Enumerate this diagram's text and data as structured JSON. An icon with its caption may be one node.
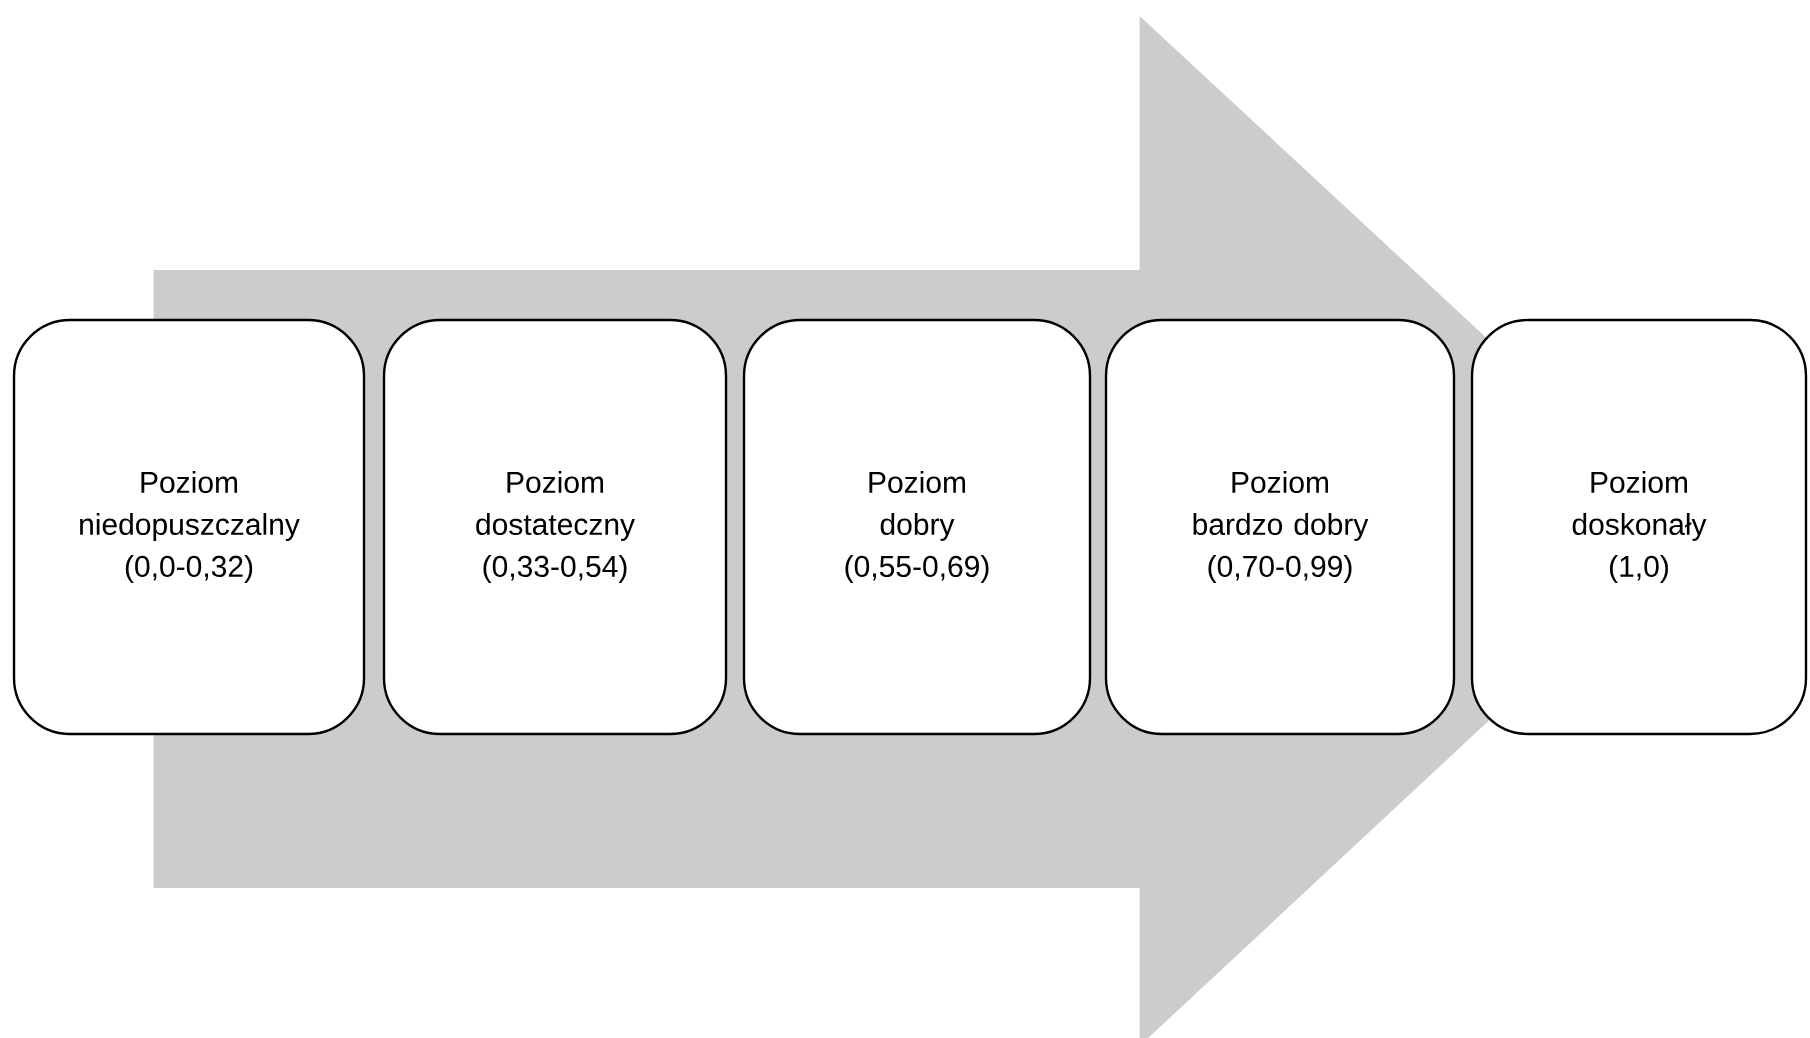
{
  "diagram": {
    "nodes": [
      {
        "text": [
          "Poziom niedopuszczalny",
          "(0,0-0,32)"
        ]
      },
      {
        "text": [
          "Poziom dostateczny",
          "(0,33-0,54)"
        ]
      },
      {
        "text": [
          "Poziom dobry",
          "(0,55-0,69)"
        ]
      },
      {
        "text": [
          "Poziom bardzo dobry",
          "(0,70-0,99)"
        ]
      },
      {
        "text": [
          "Poziom doskonały",
          "(1,0)"
        ]
      }
    ],
    "edges": [
      {
        "from": 0,
        "to": 4,
        "arrow": "to",
        "style": "thick"
      }
    ]
  }
}
